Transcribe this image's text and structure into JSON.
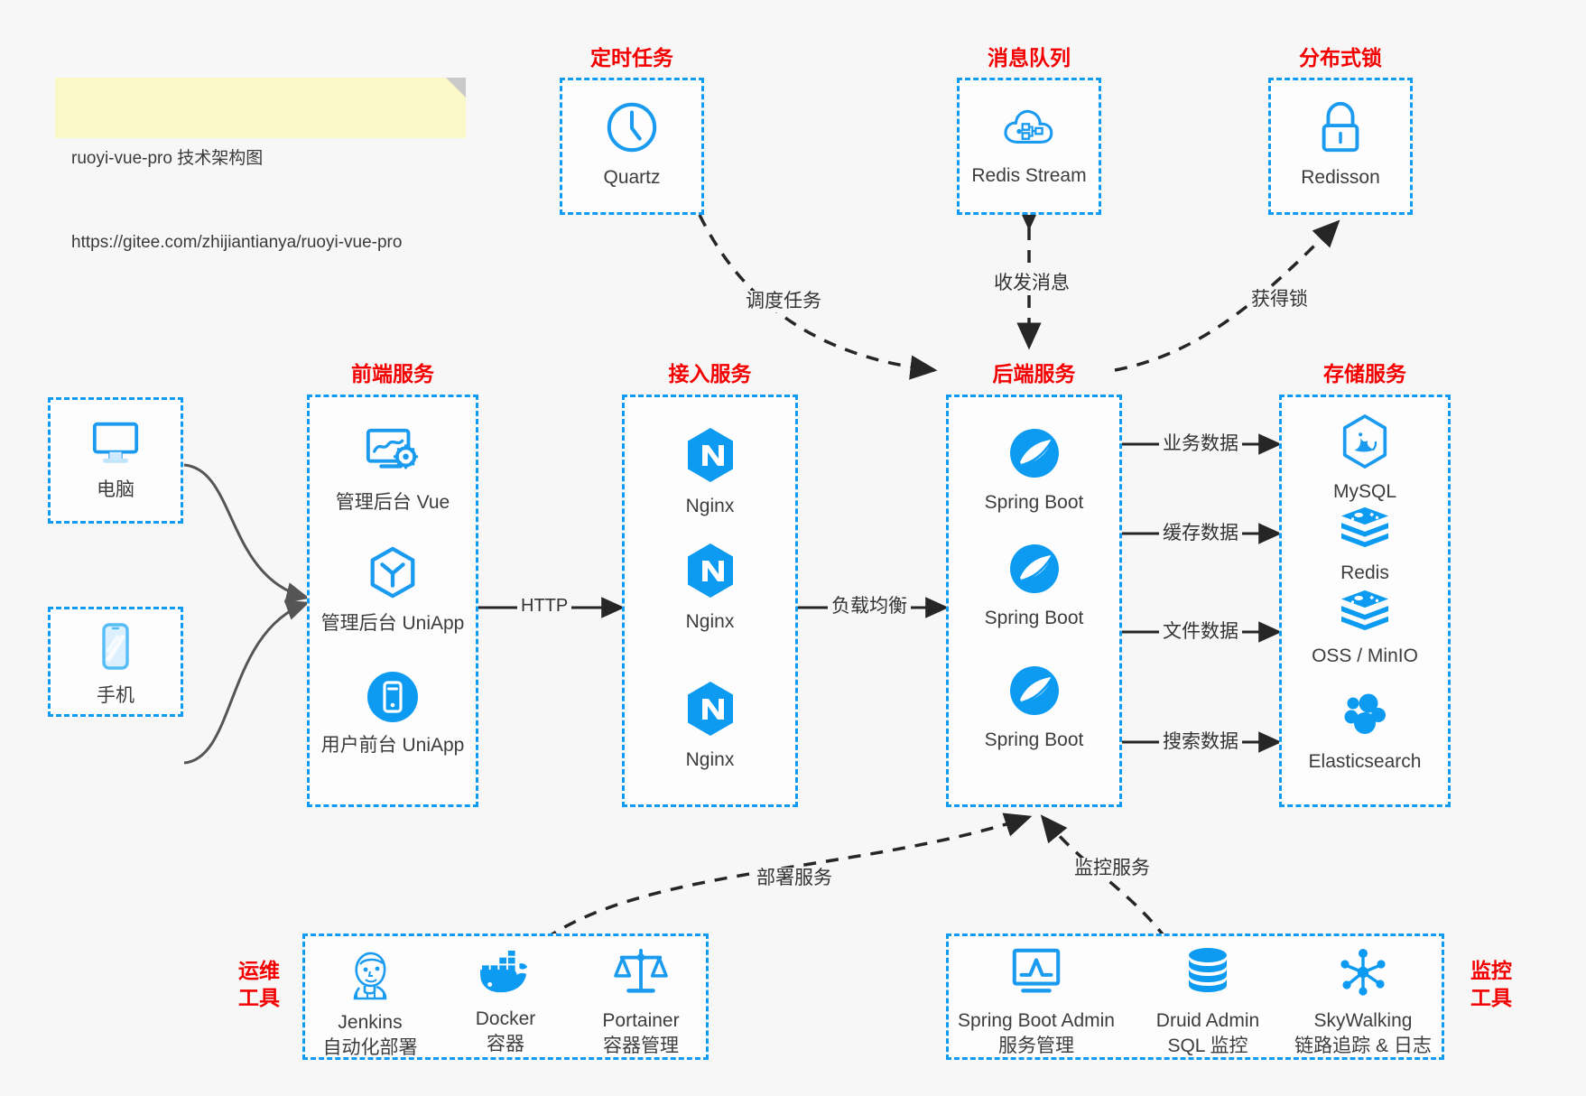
{
  "note": {
    "title": "ruoyi-vue-pro 技术架构图",
    "url": "https://gitee.com/zhijiantianya/ruoyi-vue-pro"
  },
  "colors": {
    "accent_blue": "#0f9bf2",
    "icon_blue": "#1a9bf0",
    "title_red": "#f40000",
    "edge_gray": "#4d4d4d",
    "background": "#f7f7f7",
    "note_yellow": "#fbf8c8"
  },
  "groups": {
    "scheduler": {
      "title": "定时任务"
    },
    "mq": {
      "title": "消息队列"
    },
    "lock": {
      "title": "分布式锁"
    },
    "frontend": {
      "title": "前端服务"
    },
    "gateway": {
      "title": "接入服务"
    },
    "backend": {
      "title": "后端服务"
    },
    "storage": {
      "title": "存储服务"
    },
    "devops": {
      "title_line1": "运维",
      "title_line2": "工具"
    },
    "monitor": {
      "title_line1": "监控",
      "title_line2": "工具"
    }
  },
  "nodes": {
    "quartz": {
      "label": "Quartz",
      "icon": "clock-icon"
    },
    "redis_stream": {
      "label": "Redis Stream",
      "icon": "cloud-network-icon"
    },
    "redisson": {
      "label": "Redisson",
      "icon": "lock-icon"
    },
    "pc": {
      "label": "电脑",
      "icon": "desktop-icon"
    },
    "mobile": {
      "label": "手机",
      "icon": "smartphone-icon"
    },
    "admin_vue": {
      "label": "管理后台 Vue",
      "icon": "dashboard-gear-icon"
    },
    "admin_uniapp": {
      "label": "管理后台 UniApp",
      "icon": "uniapp-cube-icon"
    },
    "user_uniapp": {
      "label": "用户前台 UniApp",
      "icon": "mobile-app-icon"
    },
    "nginx1": {
      "label": "Nginx",
      "icon": "nginx-icon"
    },
    "nginx2": {
      "label": "Nginx",
      "icon": "nginx-icon"
    },
    "nginx3": {
      "label": "Nginx",
      "icon": "nginx-icon"
    },
    "boot1": {
      "label": "Spring Boot",
      "icon": "spring-boot-icon"
    },
    "boot2": {
      "label": "Spring Boot",
      "icon": "spring-boot-icon"
    },
    "boot3": {
      "label": "Spring Boot",
      "icon": "spring-boot-icon"
    },
    "mysql": {
      "label": "MySQL",
      "icon": "mysql-icon"
    },
    "redis": {
      "label": "Redis",
      "icon": "redis-icon"
    },
    "oss": {
      "label": "OSS / MinIO",
      "icon": "redis-icon"
    },
    "es": {
      "label": "Elasticsearch",
      "icon": "elasticsearch-icon"
    },
    "jenkins": {
      "label": "Jenkins",
      "sub": "自动化部署",
      "icon": "jenkins-icon"
    },
    "docker": {
      "label": "Docker",
      "sub": "容器",
      "icon": "docker-icon"
    },
    "portainer": {
      "label": "Portainer",
      "sub": "容器管理",
      "icon": "scales-icon"
    },
    "sba": {
      "label": "Spring Boot Admin",
      "sub": "服务管理",
      "icon": "monitor-chart-icon"
    },
    "druid": {
      "label": "Druid Admin",
      "sub": "SQL 监控",
      "icon": "database-icon"
    },
    "skywalking": {
      "label": "SkyWalking",
      "sub": "链路追踪 & 日志",
      "icon": "skywalking-icon"
    }
  },
  "edges": {
    "schedule_task": "调度任务",
    "send_receive_message": "收发消息",
    "acquire_lock": "获得锁",
    "http": "HTTP",
    "load_balance": "负载均衡",
    "business_data": "业务数据",
    "cache_data": "缓存数据",
    "file_data": "文件数据",
    "search_data": "搜索数据",
    "deploy_service": "部署服务",
    "monitor_service": "监控服务"
  }
}
